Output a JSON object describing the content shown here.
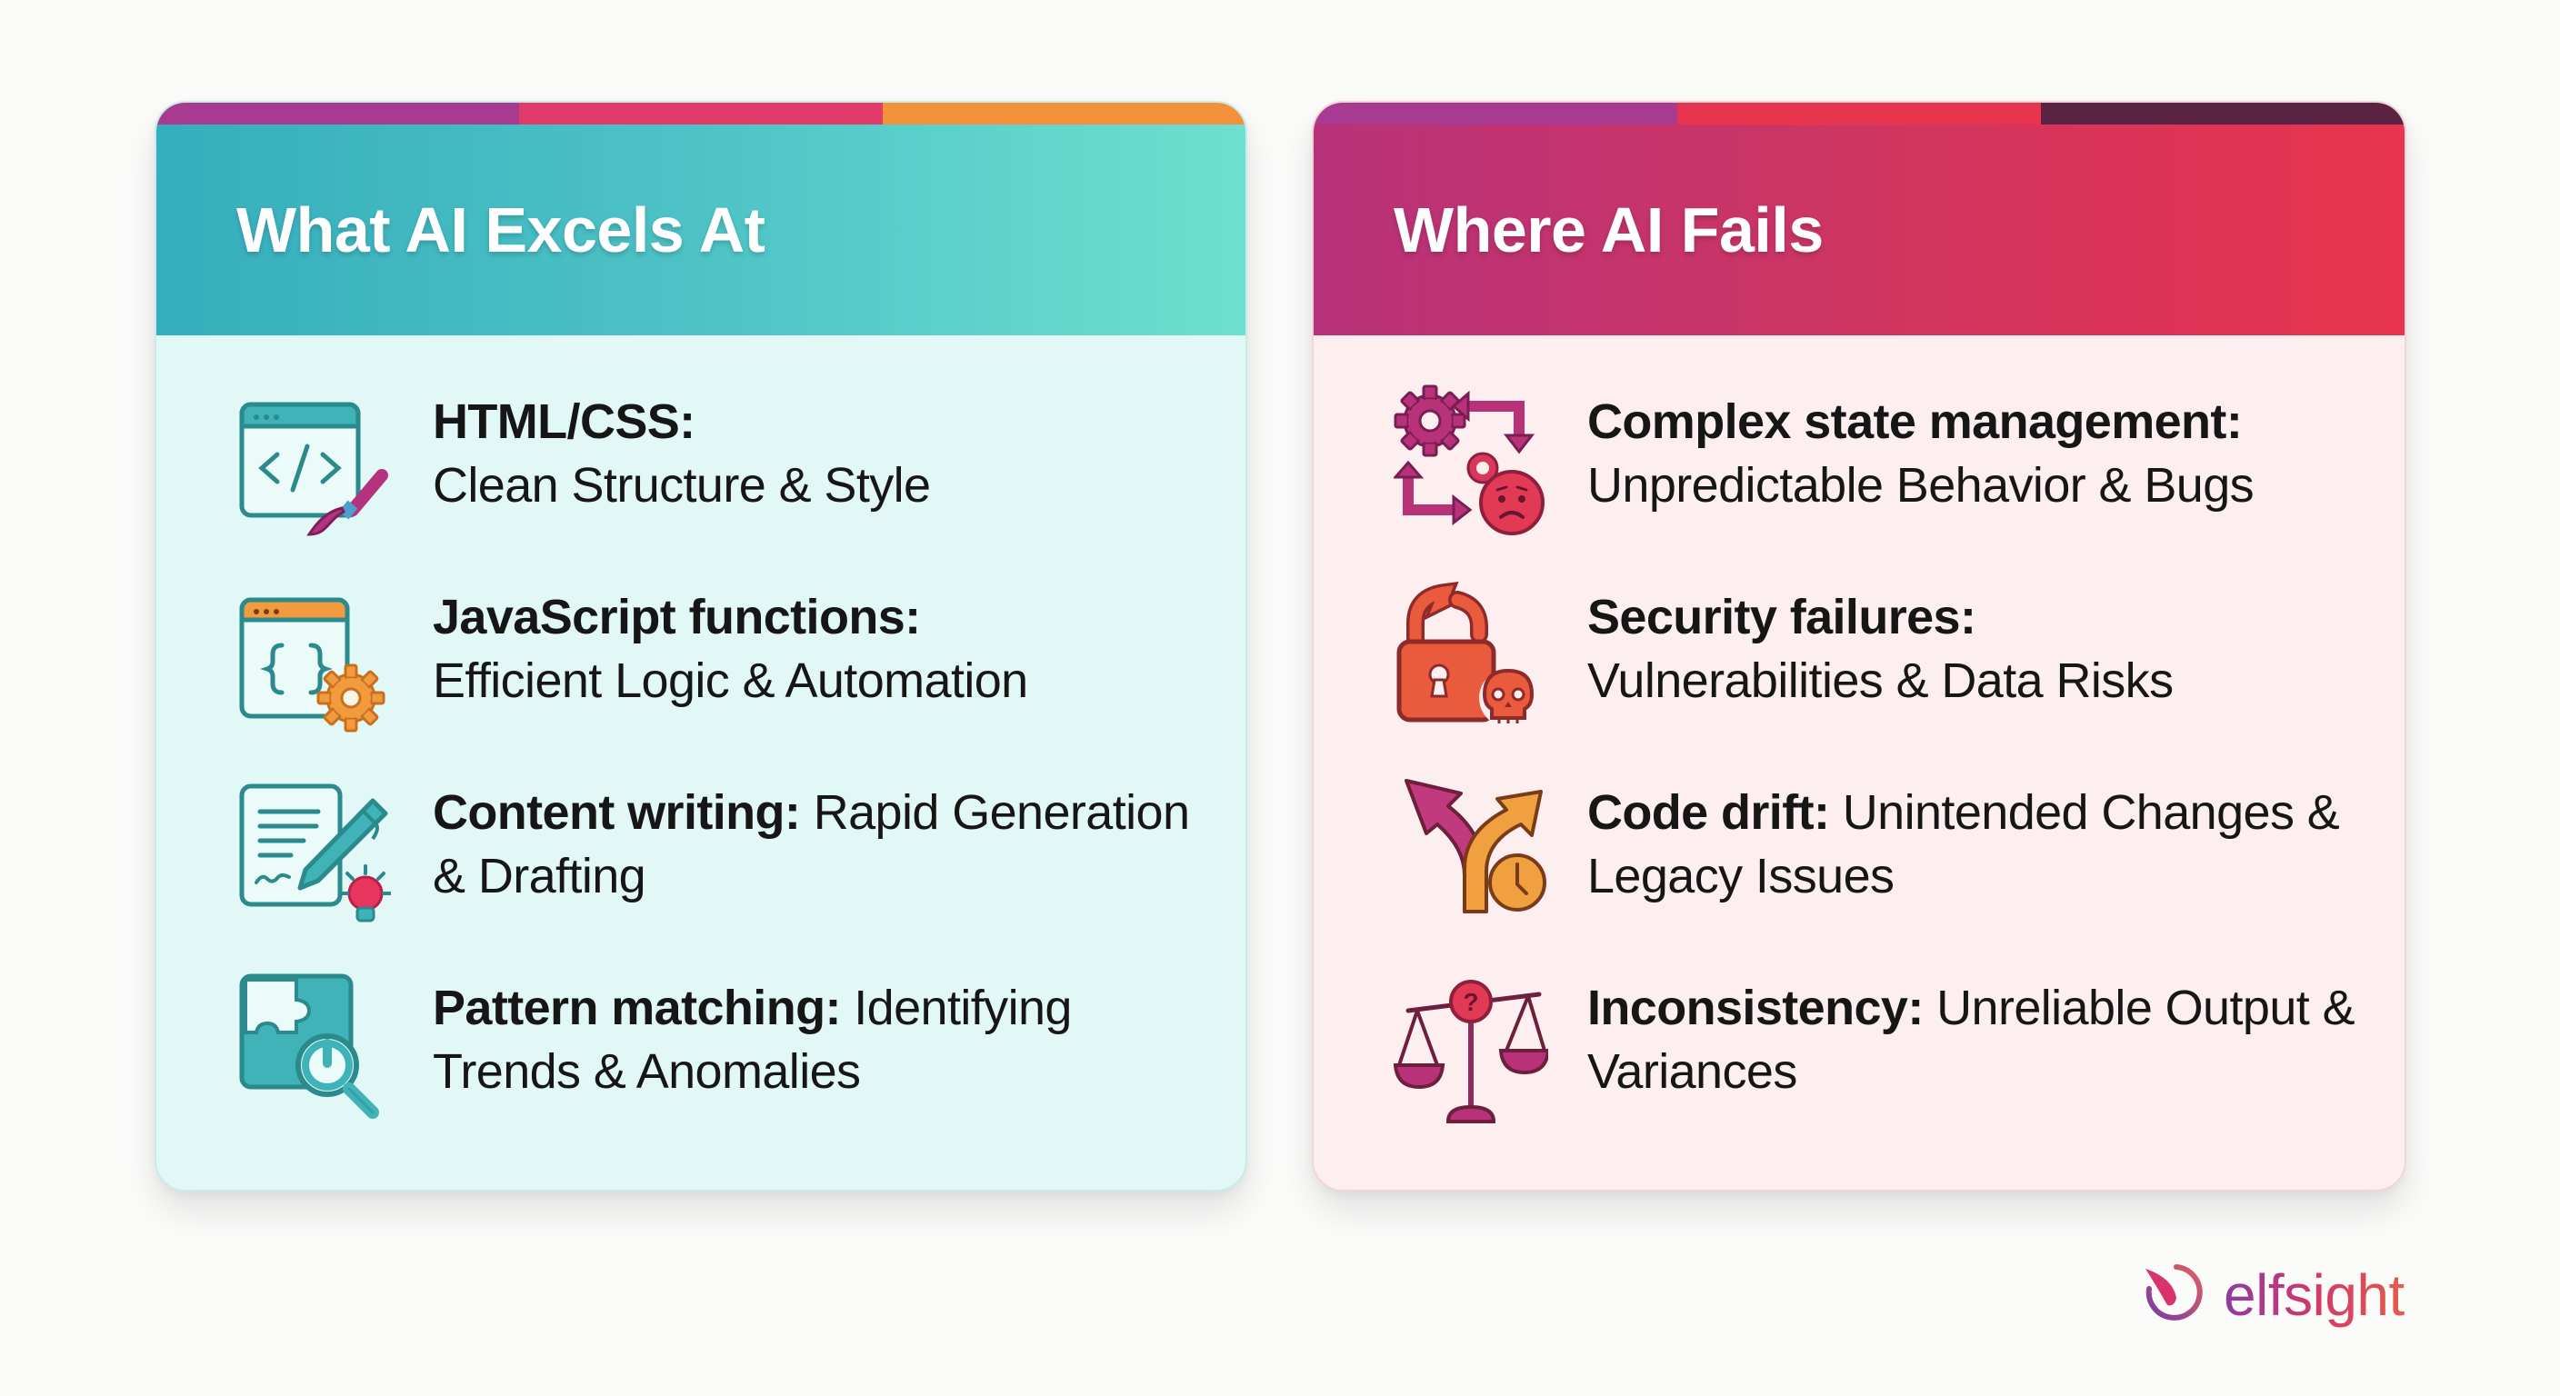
{
  "left_card": {
    "title": "What AI Excels At",
    "accent_colors": [
      "#a83a92",
      "#e23b6a",
      "#f3913a"
    ],
    "header_gradient": [
      "#35aebd",
      "#6ee0cf"
    ],
    "items": [
      {
        "icon": "code-window-paintbrush-icon",
        "bold": "HTML/CSS:",
        "rest": "Clean Structure & Style",
        "break_after_bold": true
      },
      {
        "icon": "script-window-gear-icon",
        "bold": "JavaScript functions:",
        "rest": "Efficient Logic & Automation",
        "break_after_bold": true
      },
      {
        "icon": "document-pen-lightbulb-icon",
        "bold": "Content writing:",
        "rest": " Rapid Generation & Drafting",
        "break_after_bold": false
      },
      {
        "icon": "puzzle-magnifier-icon",
        "bold": "Pattern matching:",
        "rest": " Identifying Trends & Anomalies",
        "break_after_bold": false
      }
    ]
  },
  "right_card": {
    "title": "Where AI Fails",
    "accent_colors": [
      "#a83a92",
      "#e8344d",
      "#5a2344"
    ],
    "header_gradient": [
      "#b8327a",
      "#e8344d"
    ],
    "items": [
      {
        "icon": "gears-arrows-sad-face-icon",
        "bold": "Complex state management:",
        "rest": "Unpredictable Behavior & Bugs",
        "break_after_bold": true
      },
      {
        "icon": "broken-lock-skull-icon",
        "bold": "Security failures:",
        "rest": "Vulnerabilities & Data Risks",
        "break_after_bold": true
      },
      {
        "icon": "diverging-arrows-clock-icon",
        "bold": "Code drift:",
        "rest": " Unintended Changes & Legacy Issues",
        "break_after_bold": false
      },
      {
        "icon": "unbalanced-scale-question-icon",
        "bold": "Inconsistency:",
        "rest": " Unreliable Output & Variances",
        "break_after_bold": false
      }
    ]
  },
  "logo": {
    "text": "elfsight",
    "icon": "elfsight-logo-icon"
  }
}
